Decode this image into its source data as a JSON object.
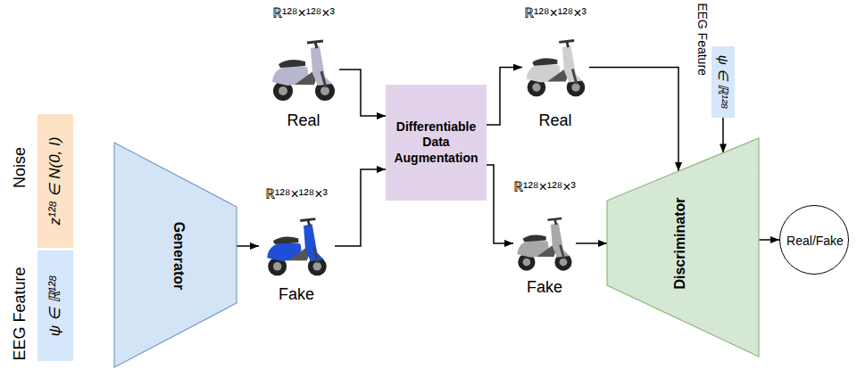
{
  "diagram": {
    "nodes": [
      {
        "text": [
          "Noise",
          "z¹²⁸ ∈ N(0, I)"
        ]
      },
      {
        "text": [
          "EEG Feature",
          "ψ ∈ ℝ¹²⁸"
        ]
      },
      {
        "text": [
          "Generator"
        ]
      },
      {
        "text": [
          "ℝ¹²⁸×¹²⁸×³",
          "Real"
        ]
      },
      {
        "text": [
          "ℝ¹²⁸×¹²⁸×³",
          "Fake"
        ]
      },
      {
        "text": [
          "Differentiable Data Augmentation"
        ]
      },
      {
        "text": [
          "ℝ¹²⁸×¹²⁸×³",
          "Real"
        ]
      },
      {
        "text": [
          "ℝ¹²⁸×¹²⁸×³",
          "Fake"
        ]
      },
      {
        "text": [
          "EEG Feature",
          "ψ ∈ ℝ¹²⁸"
        ]
      },
      {
        "text": [
          "Discriminator"
        ]
      },
      {
        "text": [
          "Real/Fake"
        ]
      }
    ],
    "edges": [
      {
        "from": 2,
        "to": 4,
        "arrow": "to"
      },
      {
        "from": 3,
        "to": 5,
        "arrow": "to"
      },
      {
        "from": 4,
        "to": 5,
        "arrow": "to"
      },
      {
        "from": 5,
        "to": 6,
        "arrow": "to"
      },
      {
        "from": 5,
        "to": 7,
        "arrow": "to"
      },
      {
        "from": 6,
        "to": 9,
        "arrow": "to"
      },
      {
        "from": 7,
        "to": 9,
        "arrow": "to"
      },
      {
        "from": 8,
        "to": 9,
        "arrow": "to"
      },
      {
        "from": 9,
        "to": 10,
        "arrow": "to"
      }
    ]
  }
}
